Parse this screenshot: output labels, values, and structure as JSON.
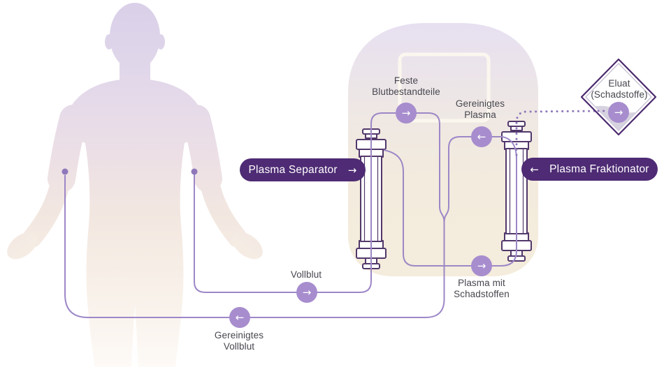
{
  "labels": {
    "feste": [
      "Feste",
      "Blutbestandteile"
    ],
    "gereinigtes_plasma": [
      "Gereinigtes",
      "Plasma"
    ],
    "eluat": [
      "Eluat",
      "(Schadstoffe)"
    ],
    "vollblut": [
      "Vollblut"
    ],
    "plasma_mit_schadstoffen": [
      "Plasma mit",
      "Schadstoffen"
    ],
    "gereinigtes_vollblut": [
      "Gereinigtes",
      "Vollblut"
    ]
  },
  "pills": {
    "separator": {
      "text": "Plasma Separator",
      "arrow": "→"
    },
    "fraktionator": {
      "text": "Plasma Fraktionator",
      "arrow": "←"
    }
  },
  "badges": {
    "feste_blutbestandteile": "→",
    "gereinigtes_plasma": "←",
    "eluat": "→",
    "plasma_mit_schadstoffen": "→",
    "vollblut": "→",
    "gereinigtes_vollblut": "←"
  },
  "colors": {
    "accent_dark_purple": "#4e2b74",
    "badge_purple": "#a78dce",
    "tube_purple": "#9d87c7",
    "filter_outline": "#52386b",
    "label_text": "#46474f",
    "machine_cream": "#f4ecdc",
    "machine_lavender": "#e7e0f1",
    "body_lavender": "#d9d0e9",
    "diamond_liquid": "#d7d2df"
  }
}
